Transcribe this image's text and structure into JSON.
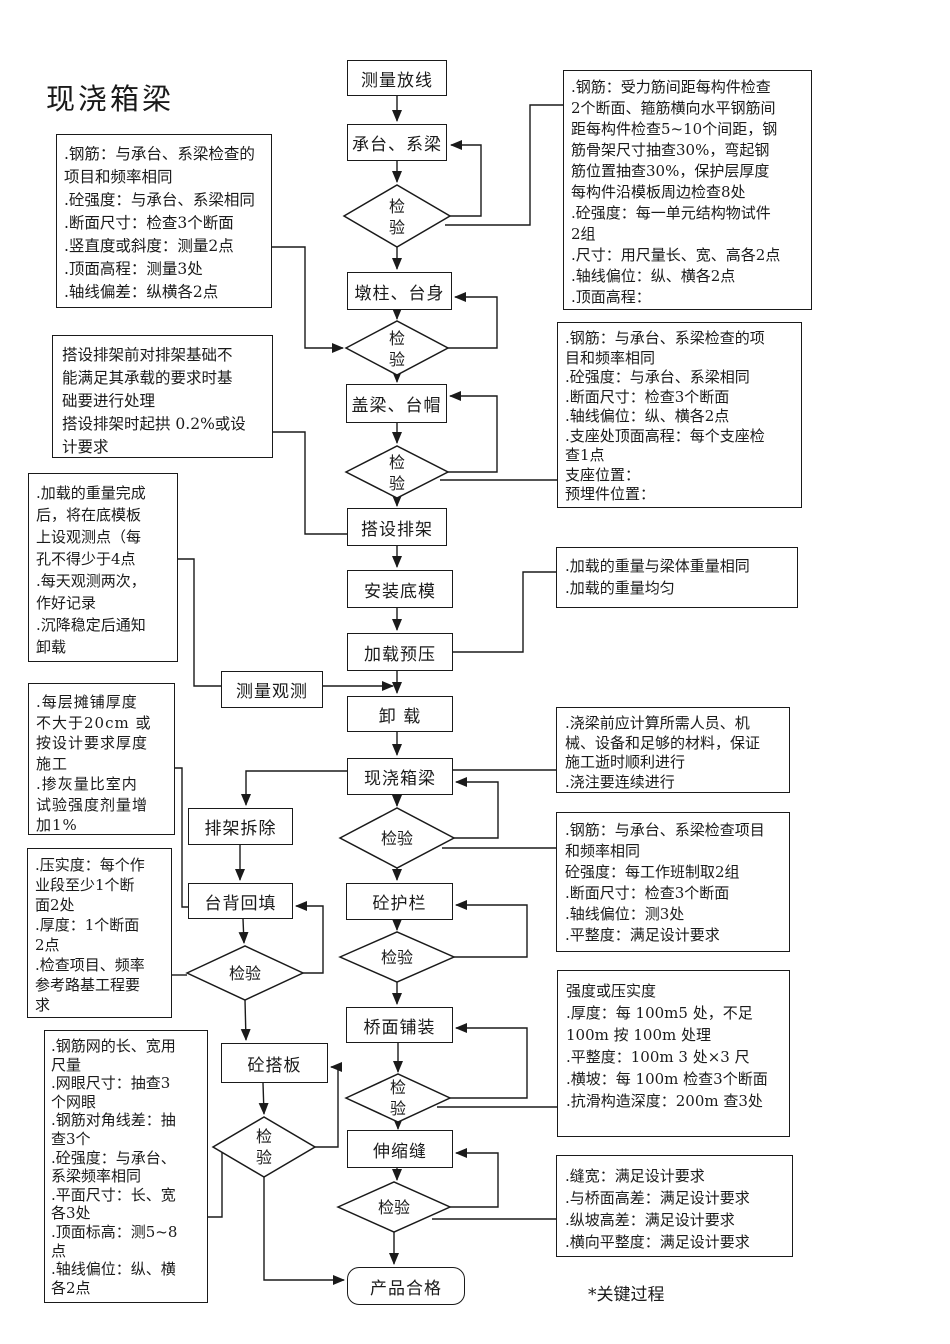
{
  "title": "现浇箱梁",
  "footnote": "*关键过程",
  "nodes": {
    "measure": "测量放线",
    "pile_cap": "承台、系梁",
    "pier": "墩柱、台身",
    "cap_beam": "盖梁、台帽",
    "erect_falsework": "搭设排架",
    "install_formwork": "安装底模",
    "preload": "加载预压",
    "survey_observe": "测量观测",
    "unload": "卸 载",
    "cast_girder": "现浇箱梁",
    "falsework_removal": "排架拆除",
    "backfill": "台背回填",
    "guardrail": "砼护栏",
    "deck_pavement": "桥面铺装",
    "approach_slab": "砼搭板",
    "expansion_joint": "伸缩缝",
    "product_ok": "产品合格",
    "inspect": "检验",
    "inspect_stacked": "检\n验"
  },
  "annotations": {
    "left1": {
      "text": ".钢筋：与承台、系梁检查的\n项目和频率相同\n.砼强度：与承台、系梁相同\n.断面尺寸：检查3个断面\n.竖直度或斜度：测量2点\n.顶面高程：测量3处\n.轴线偏差：纵横各2点"
    },
    "left2": {
      "text": "搭设排架前对排架基础不\n能满足其承载的要求时基\n础要进行处理\n搭设排架时起拱 0.2%或设\n计要求"
    },
    "left3": {
      "text": ".加载的重量完成\n后，将在底模板\n上设观测点（每\n孔不得少于4点\n.每天观测两次，\n作好记录\n.沉降稳定后通知\n卸载"
    },
    "left4": {
      "text": ".每层摊铺厚度\n不大于20cm 或\n按设计要求厚度\n施工\n.掺灰量比室内\n试验强度剂量增\n加1%"
    },
    "left5": {
      "text": ".压实度：每个作\n业段至少1个断\n面2处\n.厚度：1个断面\n2点\n.检查项目、频率\n参考路基工程要\n求"
    },
    "left6": {
      "text": ".钢筋网的长、宽用\n尺量\n.网眼尺寸：抽查3\n个网眼\n.钢筋对角线差：抽\n查3个\n.砼强度：与承台、\n系梁频率相同\n.平面尺寸：长、宽\n各3处\n.顶面标高：测5~8\n点\n.轴线偏位：纵、横\n各2点"
    },
    "right1": {
      "text": ".钢筋：受力筋间距每构件检查\n2个断面、箍筋横向水平钢筋间\n距每构件检查5~10个间距，钢\n筋骨架尺寸抽查30%，弯起钢\n筋位置抽查30%，保护层厚度\n每构件沿模板周边检查8处\n.砼强度：每一单元结构物试件\n2组\n.尺寸：用尺量长、宽、高各2点\n.轴线偏位：纵、横各2点\n.顶面高程："
    },
    "right2": {
      "text": ".钢筋：与承台、系梁检查的项\n目和频率相同\n.砼强度：与承台、系梁相同\n.断面尺寸：检查3个断面\n.轴线偏位：纵、横各2点\n.支座处顶面高程：每个支座检\n查1点\n支座位置：\n预埋件位置："
    },
    "right3": {
      "text": ".加载的重量与梁体重量相同\n.加载的重量均匀"
    },
    "right4": {
      "text": ".浇梁前应计算所需人员、机\n械、设备和足够的材料，保证\n施工逝时顺利进行\n.浇注要连续进行"
    },
    "right5": {
      "text": ".钢筋：与承台、系梁检查项目\n和频率相同\n砼强度：每工作班制取2组\n.断面尺寸：检查3个断面\n.轴线偏位：测3处\n.平整度：满足设计要求"
    },
    "right6": {
      "text": "强度或压实度\n.厚度：每 100m5 处，不足\n100m 按 100m 处理\n.平整度：100m 3 处×3 尺\n.横坡：每 100m 检查3个断面\n.抗滑构造深度：200m 查3处"
    },
    "right7": {
      "text": ".缝宽：满足设计要求\n.与桥面高差：满足设计要求\n.纵坡高差：满足设计要求\n.横向平整度：满足设计要求"
    }
  }
}
